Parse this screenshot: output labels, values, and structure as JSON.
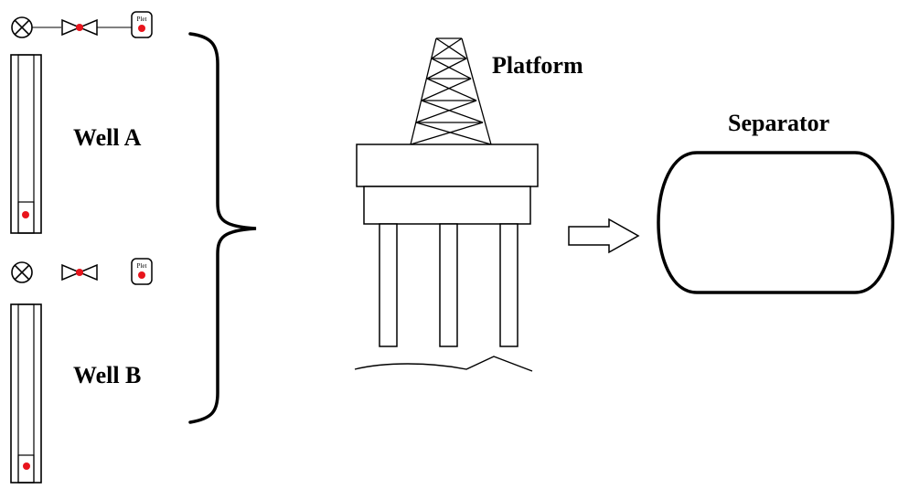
{
  "labels": {
    "well_a": "Well A",
    "well_b": "Well B",
    "platform": "Platform",
    "separator": "Separator",
    "plet_a": "Plet",
    "plet_b": "Plet"
  },
  "colors": {
    "stroke": "#000000",
    "marker": "#e8141c",
    "background": "#ffffff"
  },
  "icons": {
    "pump": "circle-x-pump-icon",
    "valve": "bowtie-valve-icon",
    "flow_arrow": "right-arrow-icon"
  }
}
